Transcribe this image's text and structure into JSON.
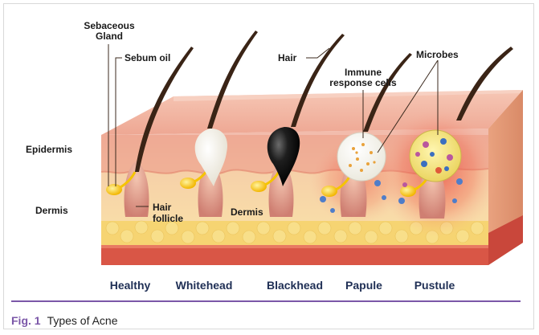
{
  "callouts": {
    "sebaceous_gland_line1": "Sebaceous",
    "sebaceous_gland_line2": "Gland",
    "sebum_oil": "Sebum oil",
    "hair": "Hair",
    "immune_line1": "Immune",
    "immune_line2": "response cells",
    "microbes": "Microbes",
    "epidermis": "Epidermis",
    "dermis": "Dermis",
    "hair_follicle_line1": "Hair",
    "hair_follicle_line2": "follicle",
    "dermis_inner": "Dermis"
  },
  "stages": [
    "Healthy",
    "Whitehead",
    "Blackhead",
    "Papule",
    "Pustule"
  ],
  "caption": {
    "fig": "Fig. 1",
    "text": "Types of Acne"
  },
  "colors": {
    "accent": "#7b57a8",
    "stage_text": "#1f2f55",
    "skin_top": "#f2b3a0",
    "dermis": "#f7cf9e",
    "fat": "#f6d472",
    "base": "#d95646",
    "hair": "#3a2416",
    "sebum": "#f5c400"
  }
}
